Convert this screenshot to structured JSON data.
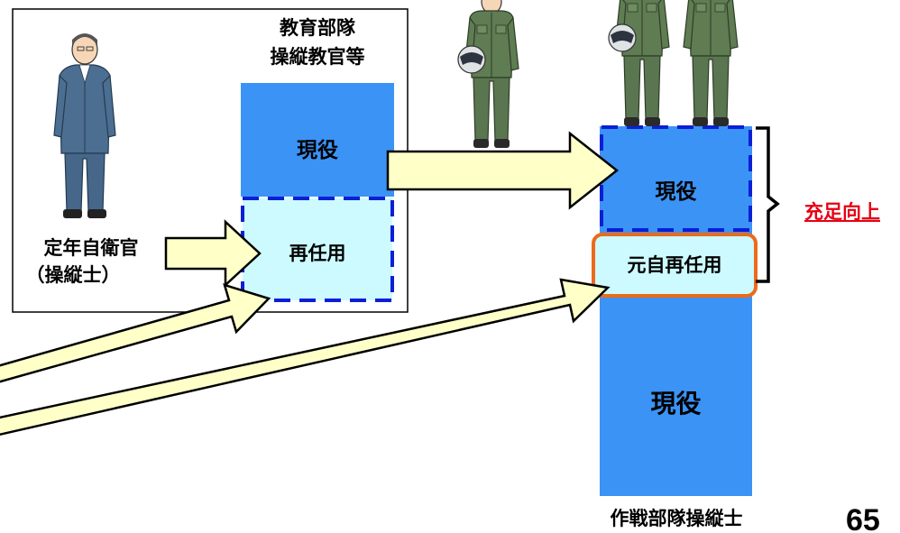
{
  "training_box": {
    "title_line1": "教育部隊",
    "title_line2": "操縦教官等",
    "active_label": "現役",
    "rehire_label": "再任用"
  },
  "retiree": {
    "line1": "定年自衛官",
    "line2": "（操縦士）"
  },
  "operational": {
    "active_top_label": "現役",
    "former_rehire_label": "元自再任用",
    "active_bottom_label": "現役",
    "caption": "作戦部隊操縦士"
  },
  "result": {
    "label": "充足向上"
  },
  "page_number": "65",
  "colors": {
    "active_blue": "#3b93f5",
    "rehire_fill": "#ccfaff",
    "dash_blue": "#0a1fd6",
    "arrow_fill": "#ffffc8",
    "highlight_orange": "#ec6a1a",
    "result_red": "#e60012",
    "flightsuit_green": "#5f7c53",
    "uniform_blue": "#4c6e90"
  }
}
